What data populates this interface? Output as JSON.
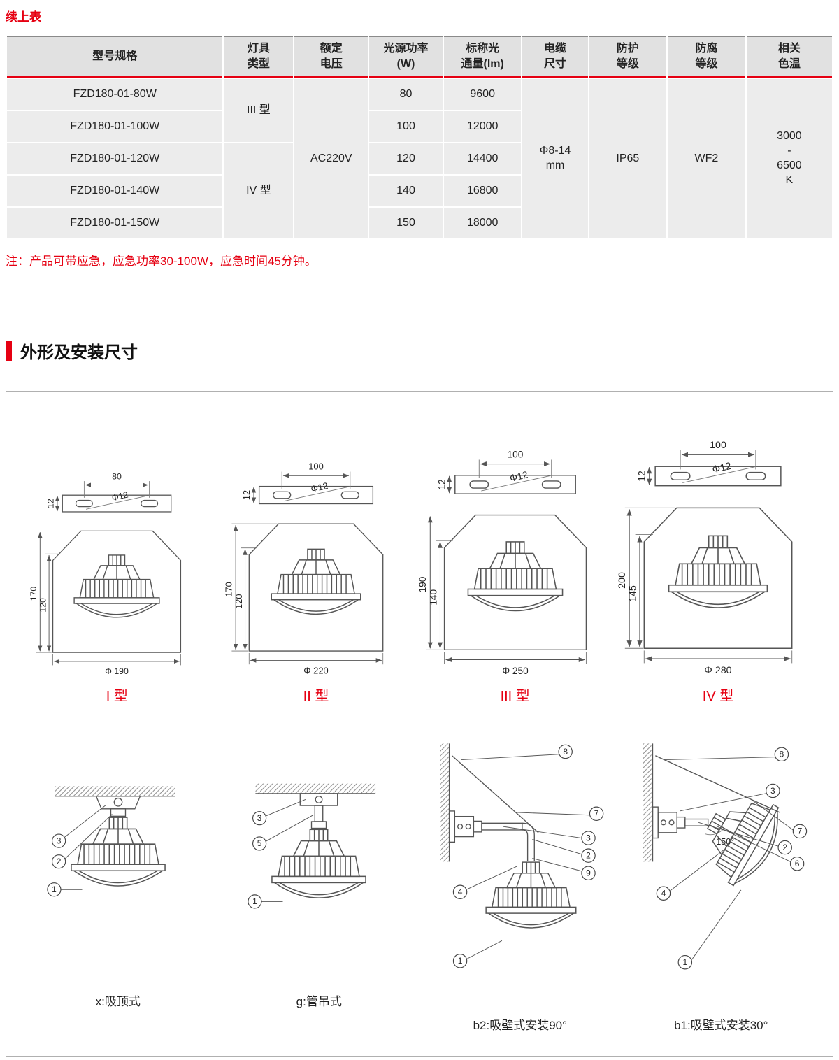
{
  "page": {
    "continued": "续上表",
    "note": "注：产品可带应急，应急功率30-100W，应急时间45分钟。",
    "section_title": "外形及安装尺寸"
  },
  "table": {
    "headers": [
      "型号规格",
      "灯具\n类型",
      "额定\n电压",
      "光源功率\n(W)",
      "标称光\n通量(lm)",
      "电缆\n尺寸",
      "防护\n等级",
      "防腐\n等级",
      "相关\n色温"
    ],
    "models": [
      "FZD180-01-80W",
      "FZD180-01-100W",
      "FZD180-01-120W",
      "FZD180-01-140W",
      "FZD180-01-150W"
    ],
    "lamp_type_a": "III 型",
    "lamp_type_b": "IV 型",
    "voltage": "AC220V",
    "powers": [
      "80",
      "100",
      "120",
      "140",
      "150"
    ],
    "flux": [
      "9600",
      "12000",
      "14400",
      "16800",
      "18000"
    ],
    "cable": "Φ8-14\nmm",
    "protection": "IP65",
    "anticorrosion": "WF2",
    "cct": "3000\n-\n6500\nK"
  },
  "figure": {
    "types": [
      {
        "label": "I 型",
        "plate_w": "80",
        "plate_t": "12",
        "hole": "Φ12",
        "h_outer": "170",
        "h_inner": "120",
        "dia": "Φ 190"
      },
      {
        "label": "II 型",
        "plate_w": "100",
        "plate_t": "12",
        "hole": "Φ12",
        "h_outer": "170",
        "h_inner": "120",
        "dia": "Φ 220"
      },
      {
        "label": "III 型",
        "plate_w": "100",
        "plate_t": "12",
        "hole": "Φ12",
        "h_outer": "190",
        "h_inner": "140",
        "dia": "Φ 250"
      },
      {
        "label": "IV 型",
        "plate_w": "100",
        "plate_t": "12",
        "hole": "Φ12",
        "h_outer": "200",
        "h_inner": "145",
        "dia": "Φ 280"
      }
    ],
    "installs": [
      {
        "label": "x:吸顶式",
        "callouts": [
          "3",
          "2",
          "1"
        ]
      },
      {
        "label": "g:管吊式",
        "callouts": [
          "3",
          "5",
          "1"
        ]
      },
      {
        "label": "b2:吸壁式安装90°",
        "callouts": [
          "8",
          "7",
          "3",
          "2",
          "9",
          "4",
          "1"
        ]
      },
      {
        "label": "b1:吸壁式安装30°",
        "callouts": [
          "8",
          "3",
          "7",
          "2",
          "6",
          "4",
          "1"
        ],
        "angle": "150°"
      }
    ]
  }
}
